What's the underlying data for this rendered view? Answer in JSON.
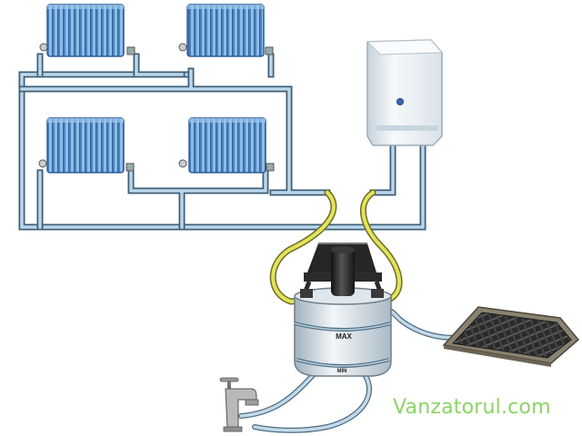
{
  "pump": {
    "max_label": "MAX",
    "min_label": "MIN"
  },
  "watermark": "Vanzatorul.com",
  "colors": {
    "radiator": "#5b8fc9",
    "pipe": "#3e5f78",
    "pipe_highlight": "#bcd6ea",
    "hose": "#e2e35a",
    "boiler_body": "#eef3f7",
    "watermark": "#8ed46a"
  },
  "icons": [
    "radiator-icon",
    "boiler-icon",
    "flushing-pump-icon",
    "water-tap-icon",
    "drain-grate-icon"
  ]
}
